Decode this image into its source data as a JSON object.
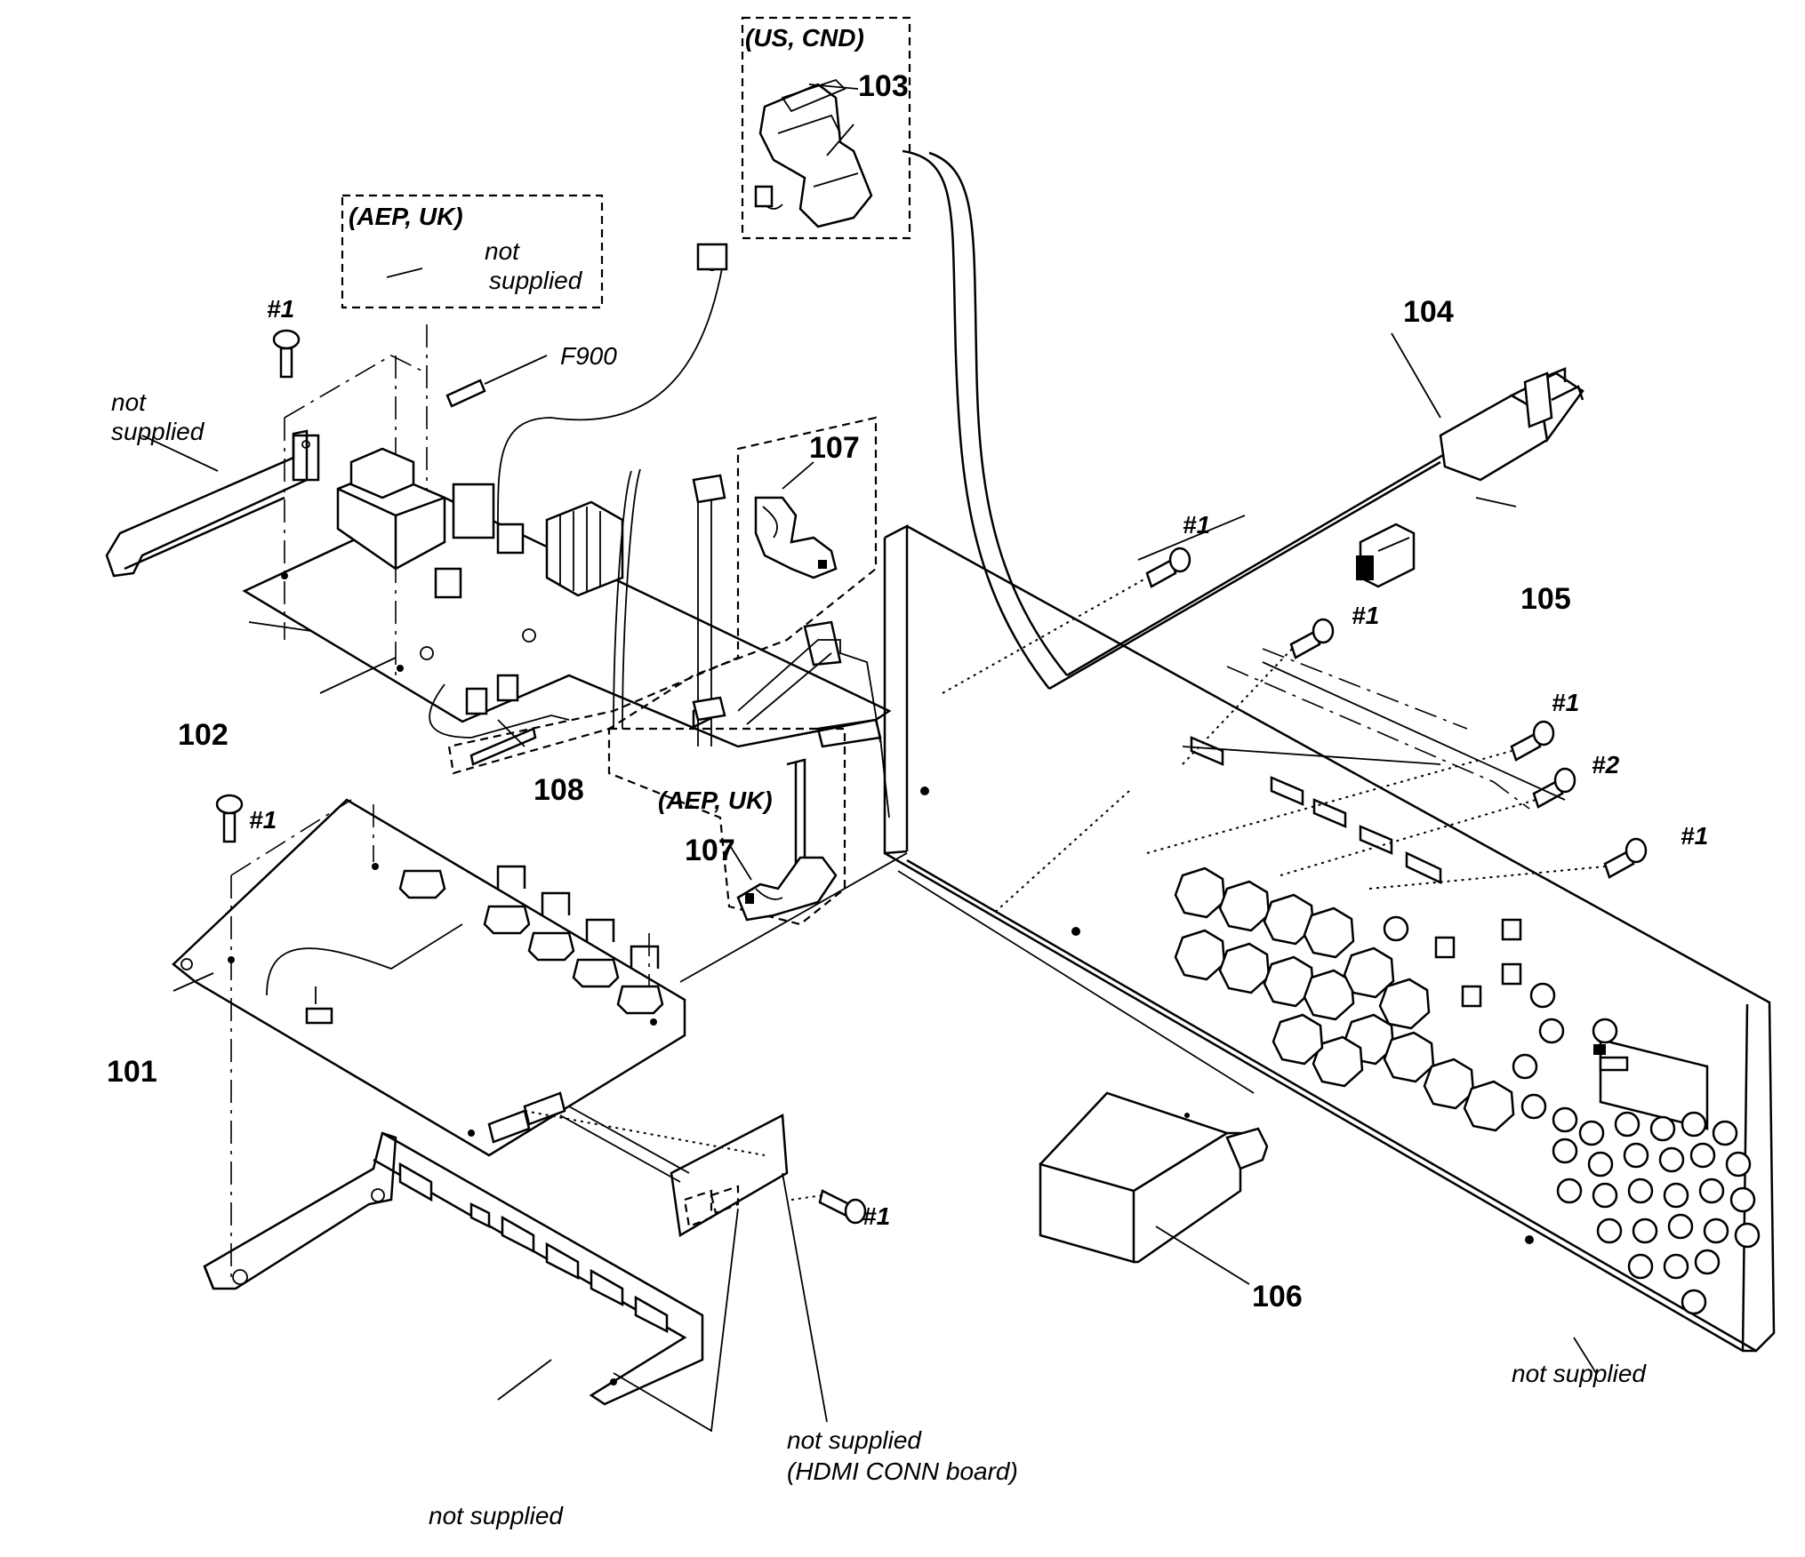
{
  "labels": {
    "p101": "101",
    "p102": "102",
    "p103": "103",
    "p104": "104",
    "p105": "105",
    "p106": "106",
    "p107a": "107",
    "p107b": "107",
    "p108": "108",
    "f900": "F900",
    "s1": "#1",
    "s2": "#2"
  },
  "regions": {
    "us_cnd": "(US, CND)",
    "aep_uk": "(AEP, UK)"
  },
  "notes": {
    "not": "not",
    "supplied": "supplied",
    "not_supplied": "not supplied",
    "hdmi_line1": "not supplied",
    "hdmi_line2": "(HDMI CONN board)"
  }
}
